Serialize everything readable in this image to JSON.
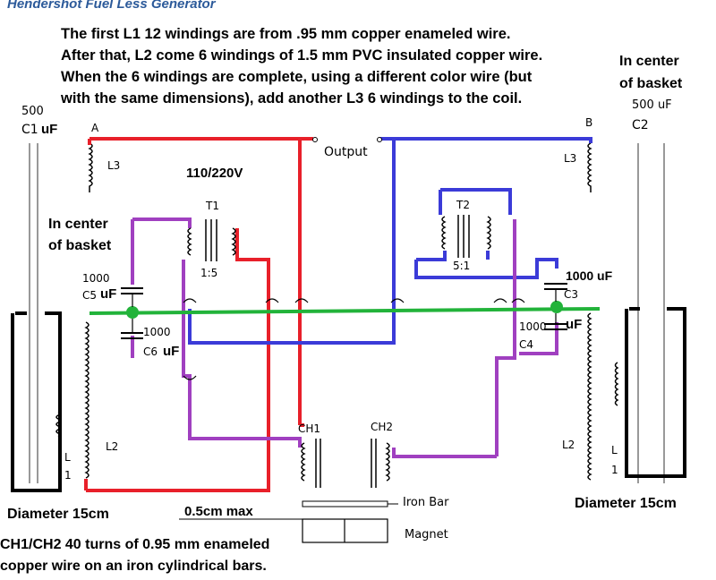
{
  "header": {
    "title": "Hendershot Fuel Less Generator",
    "description": [
      "The first L1 12 windings are from .95 mm copper enameled wire.",
      "After that, L2 come 6 windings of 1.5 mm PVC insulated copper wire.",
      "When the 6 windings are complete, using a different color wire (but",
      "with the same dimensions), add another L3 6 windings to the coil."
    ]
  },
  "left_coil": {
    "cap_value": "500",
    "cap_name": "C1",
    "cap_unit": "uF",
    "node_a": "A",
    "l3": "L3",
    "l2": "L2",
    "l1_l": "L",
    "l1_1": "1",
    "center_note": [
      "In center",
      "of basket"
    ],
    "diameter": "Diameter 15cm"
  },
  "right_coil": {
    "center_note": [
      "In center",
      "of basket"
    ],
    "cap_value": "500 uF",
    "cap_name": "C2",
    "node_b": "B",
    "l3": "L3",
    "l2": "L2",
    "l1_l": "L",
    "l1_1": "1",
    "diameter": "Diameter 15cm"
  },
  "mains": {
    "voltage": "110/220V",
    "output": "Output"
  },
  "t1": {
    "name": "T1",
    "ratio": "1:5"
  },
  "t2": {
    "name": "T2",
    "ratio": "5:1"
  },
  "capacitors": {
    "c5_value": "1000",
    "c5_name": "C5",
    "c5_unit": "uF",
    "c6_value": "1000",
    "c6_name": "C6",
    "c6_unit": "uF",
    "c3_value": "1000 uF",
    "c3_name": "C3",
    "c4_value": "1000",
    "c4_unit": "uF",
    "c4_name": "C4"
  },
  "chokes": {
    "ch1": "CH1",
    "ch2": "CH2"
  },
  "bottom": {
    "gap": "0.5cm max",
    "iron_bar": "Iron Bar",
    "magnet": "Magnet",
    "choke_note": [
      "CH1/CH2 40 turns of 0.95 mm enameled",
      "copper wire on an iron cylindrical bars."
    ]
  },
  "colors": {
    "title": "#2c5a9a",
    "red": "#e8202a",
    "blue": "#3b3bd8",
    "purple": "#a040c0",
    "green": "#22b33a",
    "black": "#000000"
  }
}
